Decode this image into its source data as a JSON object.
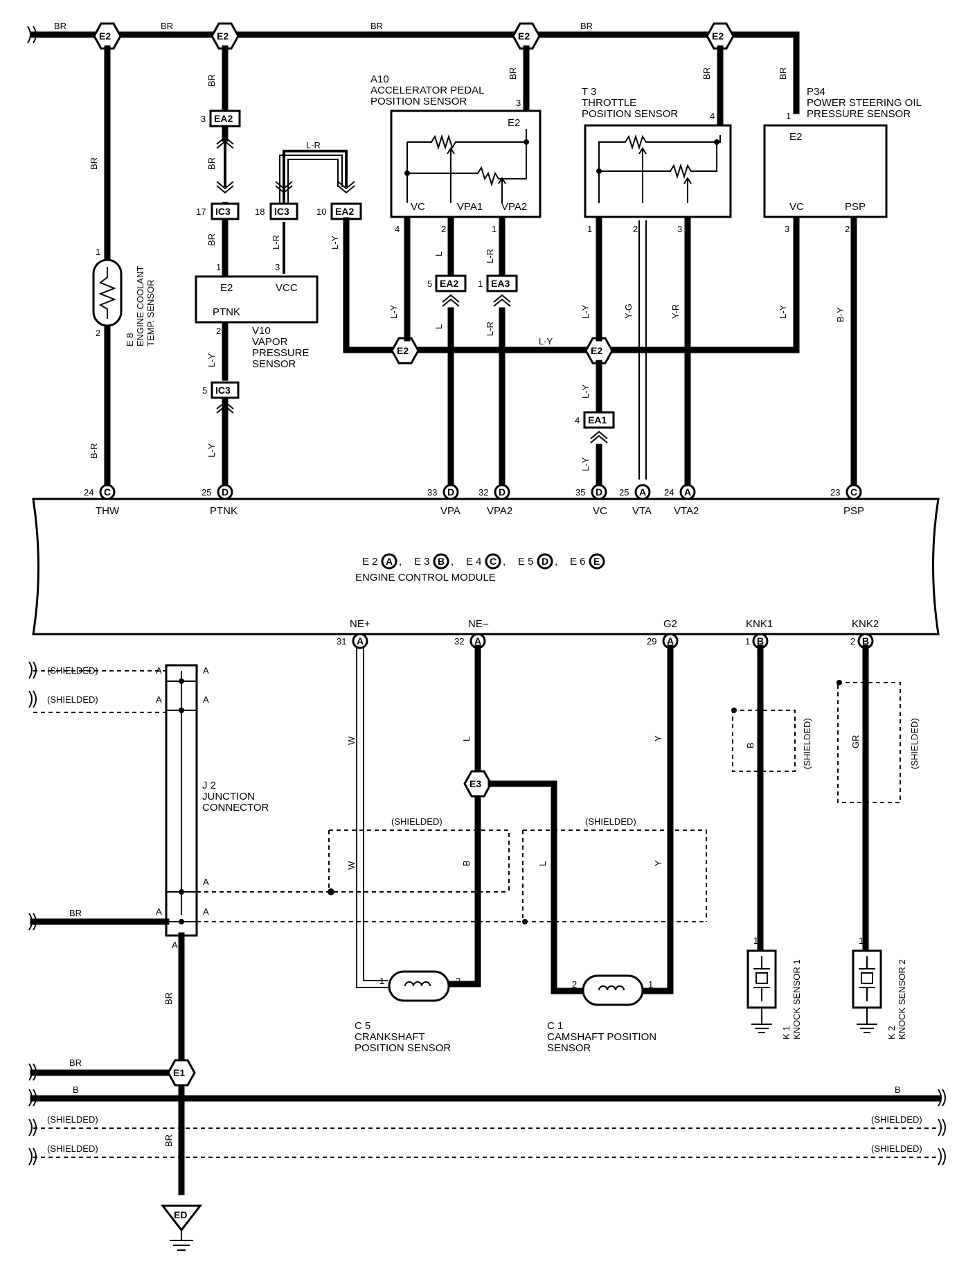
{
  "wire_colors": {
    "br": "BR",
    "br_r": "B-R",
    "l_y": "L-Y",
    "l_r": "L-R",
    "l": "L",
    "y_g": "Y-G",
    "y_r": "Y-R",
    "b_y": "B-Y",
    "w": "W",
    "y": "Y",
    "b": "B",
    "gr": "GR"
  },
  "splices": {
    "e2": "E2",
    "e3": "E3",
    "e1": "E1",
    "ed": "ED"
  },
  "connectors": {
    "ea2": "EA2",
    "ic3": "IC3",
    "ea3": "EA3",
    "ea1": "EA1"
  },
  "shielded": "(SHIELDED)",
  "components": {
    "a10": {
      "id": "A10",
      "name1": "ACCELERATOR PEDAL",
      "name2": "POSITION SENSOR",
      "e2": "E2",
      "vc": "VC",
      "vpa1": "VPA1",
      "vpa2": "VPA2"
    },
    "t3": {
      "id": "T 3",
      "name1": "THROTTLE",
      "name2": "POSITION SENSOR"
    },
    "p34": {
      "id": "P34",
      "name1": "POWER STEERING OIL",
      "name2": "PRESSURE SENSOR",
      "e2": "E2",
      "vc": "VC",
      "psp": "PSP"
    },
    "e8": {
      "id": "E 8",
      "name1": "ENGINE COOLANT",
      "name2": "TEMP. SENSOR"
    },
    "v10": {
      "id": "V10",
      "name1": "VAPOR",
      "name2": "PRESSURE",
      "name3": "SENSOR",
      "e2": "E2",
      "vcc": "VCC",
      "ptnk": "PTNK"
    },
    "j2": {
      "id": "J 2",
      "name1": "JUNCTION",
      "name2": "CONNECTOR",
      "pin": "A"
    },
    "c5": {
      "id": "C 5",
      "name1": "CRANKSHAFT",
      "name2": "POSITION SENSOR"
    },
    "c1": {
      "id": "C 1",
      "name1": "CAMSHAFT POSITION",
      "name2": "SENSOR"
    },
    "k1": {
      "id": "K 1",
      "name": "KNOCK SENSOR 1"
    },
    "k2": {
      "id": "K 2",
      "name": "KNOCK SENSOR 2"
    }
  },
  "ecm": {
    "title": "ENGINE CONTROL MODULE",
    "connectors": [
      {
        "name": "E 2",
        "letter": "A"
      },
      {
        "name": "E 3",
        "letter": "B"
      },
      {
        "name": "E 4",
        "letter": "C"
      },
      {
        "name": "E 5",
        "letter": "D"
      },
      {
        "name": "E 6",
        "letter": "E"
      }
    ],
    "top_terminals": [
      {
        "num": "24",
        "letter": "C",
        "label": "THW"
      },
      {
        "num": "25",
        "letter": "D",
        "label": "PTNK"
      },
      {
        "num": "33",
        "letter": "D",
        "label": "VPA"
      },
      {
        "num": "32",
        "letter": "D",
        "label": "VPA2"
      },
      {
        "num": "35",
        "letter": "D",
        "label": "VC"
      },
      {
        "num": "25",
        "letter": "A",
        "label": "VTA"
      },
      {
        "num": "24",
        "letter": "A",
        "label": "VTA2"
      },
      {
        "num": "23",
        "letter": "C",
        "label": "PSP"
      }
    ],
    "bottom_terminals": [
      {
        "num": "31",
        "letter": "A",
        "label": "NE+"
      },
      {
        "num": "32",
        "letter": "A",
        "label": "NE–"
      },
      {
        "num": "29",
        "letter": "A",
        "label": "G2"
      },
      {
        "num": "1",
        "letter": "B",
        "label": "KNK1"
      },
      {
        "num": "2",
        "letter": "B",
        "label": "KNK2"
      }
    ]
  },
  "pins": {
    "p1": "1",
    "p2": "2",
    "p3": "3",
    "p4": "4",
    "p5": "5",
    "p10": "10",
    "p17": "17",
    "p18": "18"
  }
}
